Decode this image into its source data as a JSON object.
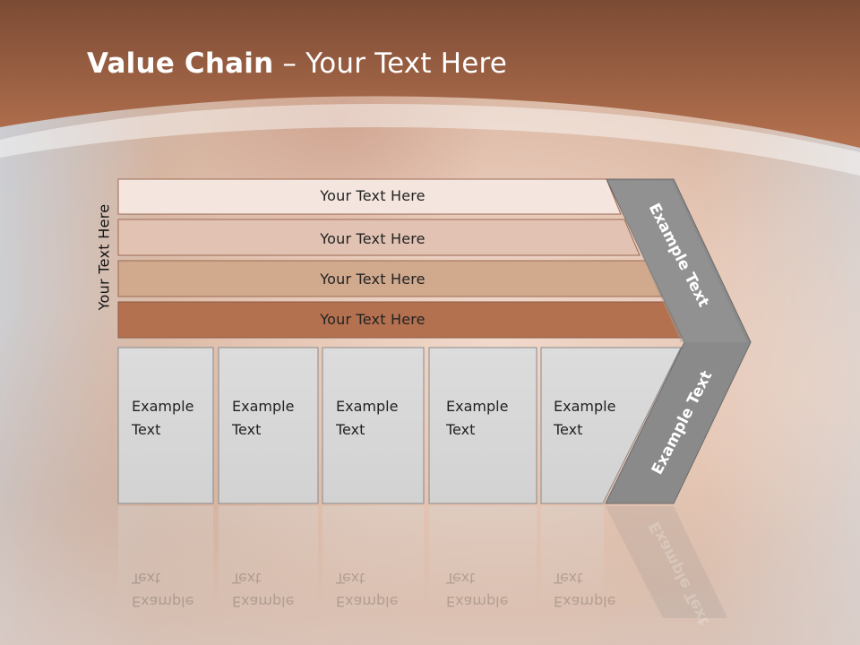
{
  "slide": {
    "title_bold": "Value Chain",
    "title_rest": " – Your Text Here",
    "vertical_label": "Your Text Here",
    "bars": [
      {
        "label": "Your Text Here",
        "color": "#f4e6df"
      },
      {
        "label": "Your Text Here",
        "color": "#e2c3b3"
      },
      {
        "label": "Your Text Here",
        "color": "#d1a98d"
      },
      {
        "label": "Your Text Here",
        "color": "#b4714f"
      }
    ],
    "cells": [
      {
        "line1": "Example",
        "line2": "Text"
      },
      {
        "line1": "Example",
        "line2": "Text"
      },
      {
        "line1": "Example",
        "line2": "Text"
      },
      {
        "line1": "Example",
        "line2": "Text"
      },
      {
        "line1": "Example",
        "line2": "Text"
      }
    ],
    "chevron_top_text": "Example Text",
    "chevron_bottom_text": "Example Text",
    "colors": {
      "header": "#a96a48",
      "header_dark": "#7a4a33",
      "cell_fill": "#d8d8d8",
      "chevron_fill": "#8a8a8a",
      "title_text": "#ffffff"
    }
  }
}
